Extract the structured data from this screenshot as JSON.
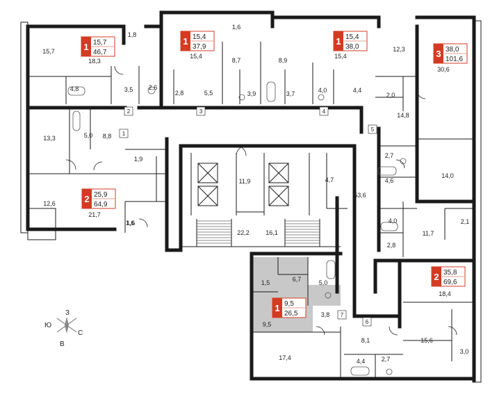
{
  "colors": {
    "wall": "#1a1a1a",
    "badge": "#d43b23",
    "highlight": "#c8c8c8",
    "fixture": "#777777"
  },
  "apartments": [
    {
      "rooms": "1",
      "area_living": "15,7",
      "area_total": "46,7"
    },
    {
      "rooms": "1",
      "area_living": "15,4",
      "area_total": "37,9"
    },
    {
      "rooms": "1",
      "area_living": "15,4",
      "area_total": "38,0"
    },
    {
      "rooms": "3",
      "area_living": "38,0",
      "area_total": "101,6"
    },
    {
      "rooms": "2",
      "area_living": "25,9",
      "area_total": "64,9"
    },
    {
      "rooms": "1",
      "area_living": "9,5",
      "area_total": "26,5"
    },
    {
      "rooms": "2",
      "area_living": "35,8",
      "area_total": "69,6"
    }
  ],
  "room_labels": [
    "1,8",
    "15,7",
    "18,3",
    "4,8",
    "3,5",
    "2,6",
    "1,6",
    "15,4",
    "8,7",
    "2,8",
    "5,5",
    "3,9",
    "1,6",
    "8,9",
    "15,4",
    "3,7",
    "4,0",
    "4,4",
    "12,3",
    "30,6",
    "2,0",
    "14,8",
    "13,3",
    "5,0",
    "8,8",
    "1,9",
    "11,9",
    "4,7",
    "12,6",
    "21,7",
    "1,6",
    "22,2",
    "16,1",
    "53,6",
    "2,7",
    "4,6",
    "14,0",
    "4,0",
    "2,8",
    "11,7",
    "2,1",
    "1,5",
    "6,7",
    "5,0",
    "9,5",
    "3,8",
    "18,4",
    "8,1",
    "15,6",
    "17,4",
    "4,4",
    "2,7",
    "3,0"
  ],
  "door_labels": [
    "1",
    "2",
    "3",
    "4",
    "5",
    "6",
    "7"
  ],
  "compass": {
    "north": "З",
    "west": "Ю",
    "east": "С",
    "south": "В"
  }
}
